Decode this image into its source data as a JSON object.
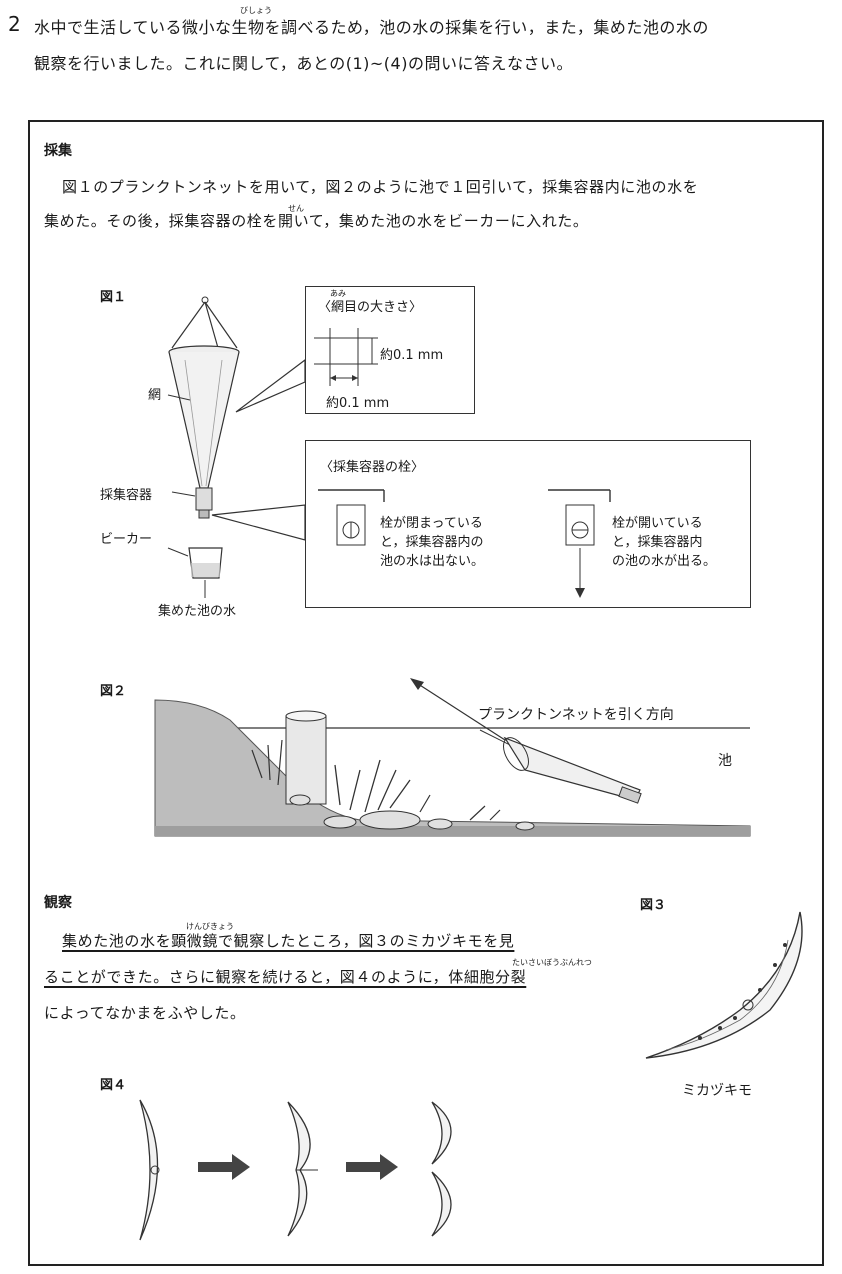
{
  "question": {
    "number": "2",
    "line1": "水中で生活している微小な生物を調べるため，池の水の採集を行い，また，集めた池の水の",
    "line1_ruby": "びしょう",
    "line2": "観察を行いました。これに関して，あとの(1)~(4)の問いに答えなさい。"
  },
  "collection": {
    "heading": "採集",
    "text1": "図１のプランクトンネットを用いて，図２のように池で１回引いて，採集容器内に池の水を",
    "text2": "集めた。その後，採集容器の栓を開いて，集めた池の水をビーカーに入れた。",
    "text2_ruby": "せん"
  },
  "figure1": {
    "label": "図１",
    "parts": {
      "net": "網",
      "container": "採集容器",
      "beaker": "ビーカー",
      "water": "集めた池の水"
    },
    "mesh_box": {
      "title": "〈網目の大きさ〉",
      "title_ruby": "あみ",
      "v_size": "約0.1 mm",
      "h_size": "約0.1 mm"
    },
    "stopper_box": {
      "title": "〈採集容器の栓〉",
      "closed_text": [
        "栓が閉まっている",
        "と，採集容器内の",
        "池の水は出ない。"
      ],
      "open_text": [
        "栓が開いている",
        "と，採集容器内",
        "の池の水が出る。"
      ]
    }
  },
  "figure2": {
    "label": "図２",
    "direction": "プランクトンネットを引く方向",
    "pond": "池"
  },
  "observation": {
    "heading": "観察",
    "text1": "集めた池の水を顕微鏡で観察したところ，図３のミカヅキモを見",
    "text1_ruby": "けんびきょう",
    "text2": "ることができた。さらに観察を続けると，図４のように，体細胞分裂",
    "text2_ruby": "たいさいぼうぶんれつ",
    "text3": "によってなかまをふやした。"
  },
  "figure3": {
    "label": "図３",
    "caption": "ミカヅキモ"
  },
  "figure4": {
    "label": "図４"
  }
}
